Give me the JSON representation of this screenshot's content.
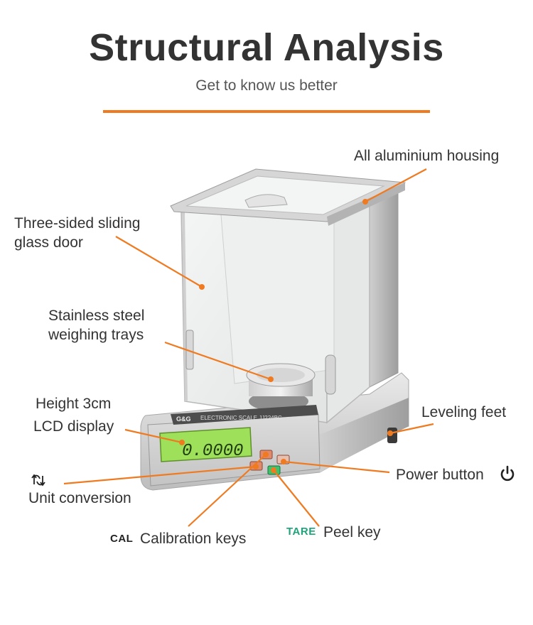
{
  "header": {
    "title": "Structural Analysis",
    "subtitle": "Get to know us better"
  },
  "callouts": {
    "housing": "All aluminium housing",
    "door_line1": "Three-sided sliding",
    "door_line2": "glass door",
    "trays_line1": "Stainless steel",
    "trays_line2": "weighing trays",
    "height": "Height 3cm",
    "lcd": "LCD display",
    "feet": "Leveling feet",
    "power": "Power button",
    "unit": "Unit conversion",
    "calibration": "Calibration keys",
    "peel": "Peel key"
  },
  "key_tags": {
    "cal": "CAL",
    "tare": "TARE"
  },
  "device": {
    "brand": "G&G",
    "panel_text": "ELECTRONIC   SCALE   JJ224BC",
    "readout": "0.0000"
  },
  "icons": {
    "power": "power-icon",
    "unit": "unit-conversion-icon"
  },
  "colors": {
    "accent": "#f07a20",
    "lcd": "#9ee05a",
    "tare": "#1fa37a"
  }
}
